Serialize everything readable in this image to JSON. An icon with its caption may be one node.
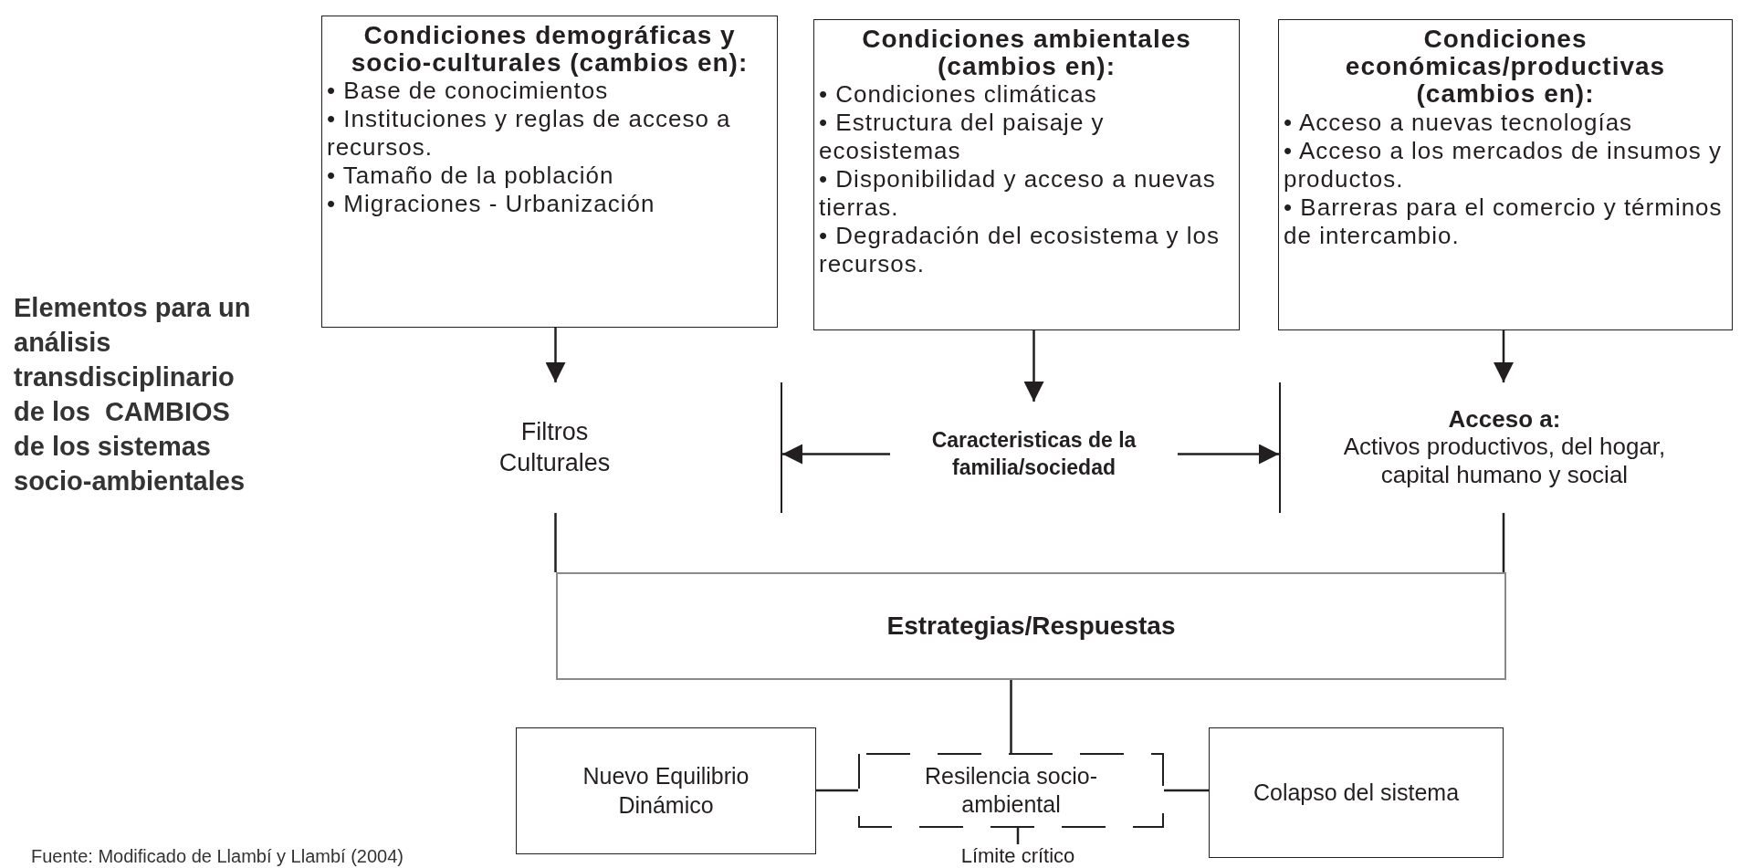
{
  "diagram": {
    "title": "Elementos para un análisis transdisciplinario de los  CAMBIOS de los sistemas socio-ambientales",
    "caption": "Fuente: Modificado de Llambí y Llambí (2004)",
    "nodes": [
      {
        "text": [
          "Condiciones demográficas y socio-culturales (cambios en):",
          "• Base de conocimientos",
          "• Instituciones y reglas de acceso a recursos.",
          "• Tamaño de la población",
          "• Migraciones - Urbanización"
        ]
      },
      {
        "text": [
          "Condiciones ambientales (cambios en):",
          "• Condiciones climáticas",
          "• Estructura del paisaje y ecosistemas",
          "• Disponibilidad y acceso a nuevas tierras.",
          "• Degradación del ecosistema y los recursos."
        ]
      },
      {
        "text": [
          "Condiciones económicas/productivas (cambios en):",
          "• Acceso a nuevas tecnologías",
          "• Acceso a los mercados de insumos y productos.",
          "• Barreras para el comercio y términos de intercambio."
        ]
      },
      {
        "text": [
          "Filtros Culturales"
        ]
      },
      {
        "text": [
          "Caracteristicas de la familia/sociedad"
        ]
      },
      {
        "text": [
          "Acceso a:",
          "Activos productivos, del hogar, capital humano y social"
        ]
      },
      {
        "text": [
          "Estrategias/Respuestas"
        ]
      },
      {
        "text": [
          "Nuevo Equilibrio Dinámico"
        ]
      },
      {
        "text": [
          "Resilencia socio-ambiental"
        ]
      },
      {
        "text": [
          "Colapso del sistema"
        ]
      },
      {
        "text": [
          "Límite crítico"
        ]
      }
    ],
    "edges": [
      {
        "from": 0,
        "to": 3,
        "arrow": "to"
      },
      {
        "from": 1,
        "to": 4,
        "arrow": "to"
      },
      {
        "from": 2,
        "to": 5,
        "arrow": "to"
      },
      {
        "from": 4,
        "to": 3,
        "arrow": "to"
      },
      {
        "from": 4,
        "to": 5,
        "arrow": "to"
      },
      {
        "from": 3,
        "to": 6,
        "arrow": "none"
      },
      {
        "from": 5,
        "to": 6,
        "arrow": "none"
      },
      {
        "from": 6,
        "to": 8,
        "arrow": "none"
      },
      {
        "from": 7,
        "to": 8,
        "arrow": "none"
      },
      {
        "from": 8,
        "to": 9,
        "arrow": "none"
      },
      {
        "from": 8,
        "to": 10,
        "arrow": "none"
      }
    ]
  }
}
